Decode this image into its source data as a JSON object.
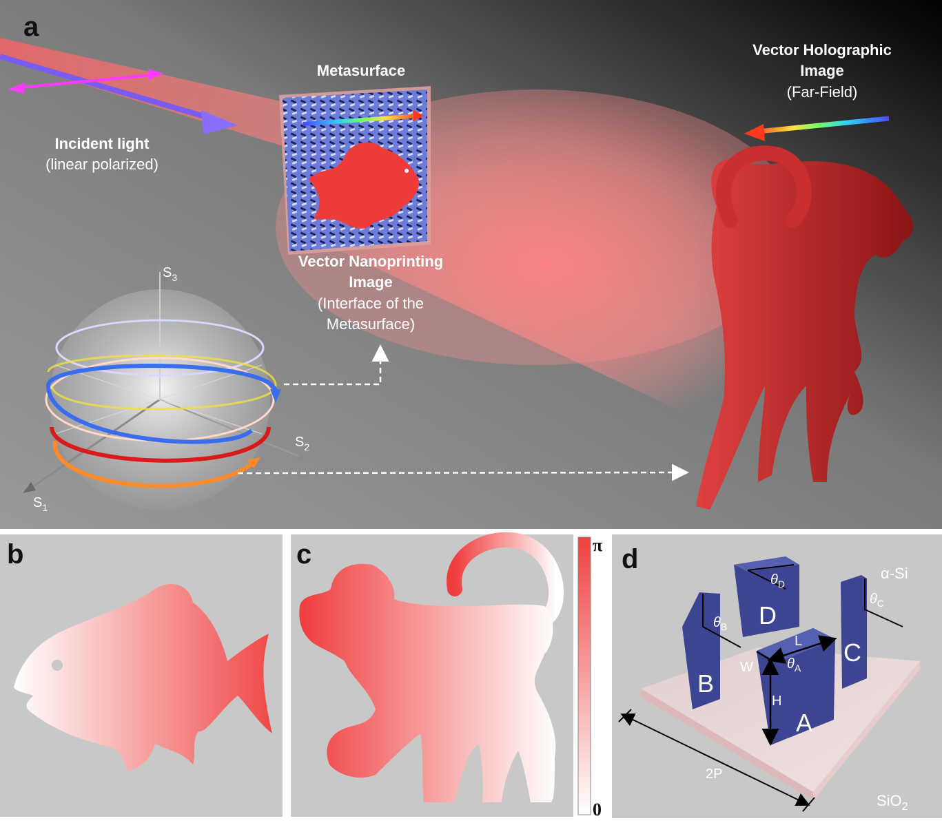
{
  "panels": {
    "a": {
      "letter": "a",
      "metasurface": "Metasurface",
      "incident_title": "Incident light",
      "incident_sub": "(linear polarized)",
      "holo_line1": "Vector Holographic",
      "holo_line2": "Image",
      "holo_sub": "(Far-Field)",
      "nano_line1": "Vector Nanoprinting",
      "nano_line2": "Image",
      "nano_sub1": "(Interface of the",
      "nano_sub2": "Metasurface)",
      "axes": {
        "s1": "S",
        "s1_sub": "1",
        "s2": "S",
        "s2_sub": "2",
        "s3": "S",
        "s3_sub": "3"
      }
    },
    "b": {
      "letter": "b"
    },
    "c": {
      "letter": "c",
      "colorbar_max": "π",
      "colorbar_min": "0"
    },
    "d": {
      "letter": "d",
      "material_top": "α-Si",
      "substrate": "SiO",
      "substrate_sub": "2",
      "pillars": [
        "A",
        "B",
        "C",
        "D"
      ],
      "angle_a": "θ",
      "angle_a_sub": "A",
      "angle_b": "θ",
      "angle_b_sub": "B",
      "angle_c": "θ",
      "angle_c_sub": "C",
      "angle_d": "θ",
      "angle_d_sub": "D",
      "dim_l": "L",
      "dim_w": "W",
      "dim_h": "H",
      "dim_period": "2P"
    }
  },
  "colors": {
    "accent": "#ff4a4a",
    "pillar": "#3d4592",
    "background_gray": "#c8c8c8"
  }
}
